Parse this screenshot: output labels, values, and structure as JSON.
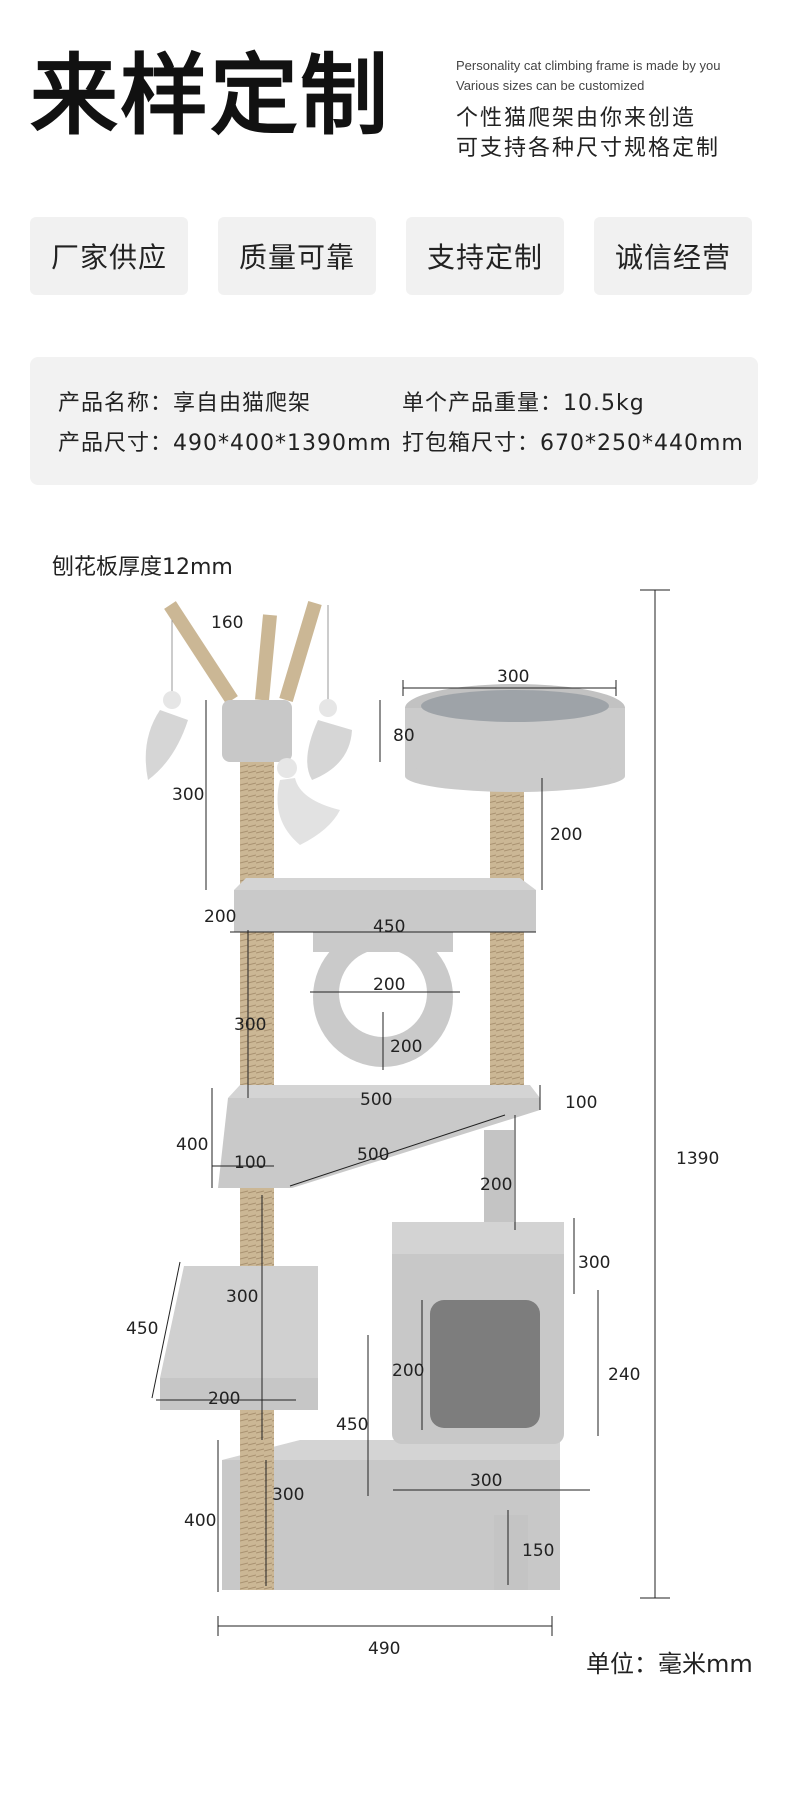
{
  "header": {
    "title": "来样定制",
    "subtitle_en_1": "Personality cat climbing frame is made by you",
    "subtitle_en_2": "Various sizes can be customized",
    "subtitle_cn_1": "个性猫爬架由你来创造",
    "subtitle_cn_2": "可支持各种尺寸规格定制"
  },
  "badges": [
    "厂家供应",
    "质量可靠",
    "支持定制",
    "诚信经营"
  ],
  "specs": {
    "name": "产品名称：享自由猫爬架",
    "weight": "单个产品重量：10.5kg",
    "size": "产品尺寸：490*400*1390mm",
    "box": "打包箱尺寸：670*250*440mm"
  },
  "diagram": {
    "board_thickness": "刨花板厚度12mm",
    "unit": "单位：毫米mm",
    "dims": {
      "d160": "160",
      "d300_top": "300",
      "d80": "80",
      "d300_left": "300",
      "d200_post": "200",
      "d200_ledge": "200",
      "d450_mid": "450",
      "d200_tunnel_w": "200",
      "d300_mid_left": "300",
      "d200_tunnel_h": "200",
      "d500_top": "500",
      "d100_right": "100",
      "d400_left": "400",
      "d100_left": "100",
      "d500_diag": "500",
      "d200_post2": "200",
      "d1390": "1390",
      "d300_house": "300",
      "d450_plat": "450",
      "d300_lower_post": "300",
      "d200_door": "200",
      "d240": "240",
      "d200_plat": "200",
      "d450_house": "450",
      "d400_base": "400",
      "d300_base_post": "300",
      "d300_house_w": "300",
      "d150": "150",
      "d490": "490"
    }
  }
}
